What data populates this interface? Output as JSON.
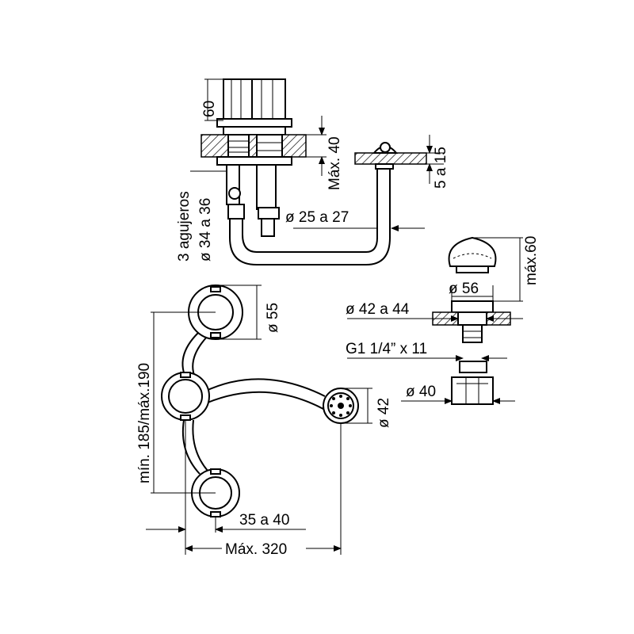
{
  "colors": {
    "line": "#000000",
    "background": "#ffffff"
  },
  "labels": {
    "handle_height": "60",
    "deck_thickness_max": "Máx. 40",
    "holes_line1": "3 agujeros",
    "holes_line2": "ø 34 a 36",
    "pipe_diameter": "ø 25 a 27",
    "spout_deck": "5 a 15",
    "dome_max": "máx.60",
    "dome_diameter": "ø 56",
    "hole_diameter": "ø 42 a 44",
    "thread": "G1 1/4” x 11",
    "nut_diameter": "ø 40",
    "rosette_diameter": "ø 55",
    "spout_rosette_diameter": "ø 42",
    "spacing": "mín. 185/máx.190",
    "offset": "35 a 40",
    "overall_width": "Máx. 320"
  }
}
